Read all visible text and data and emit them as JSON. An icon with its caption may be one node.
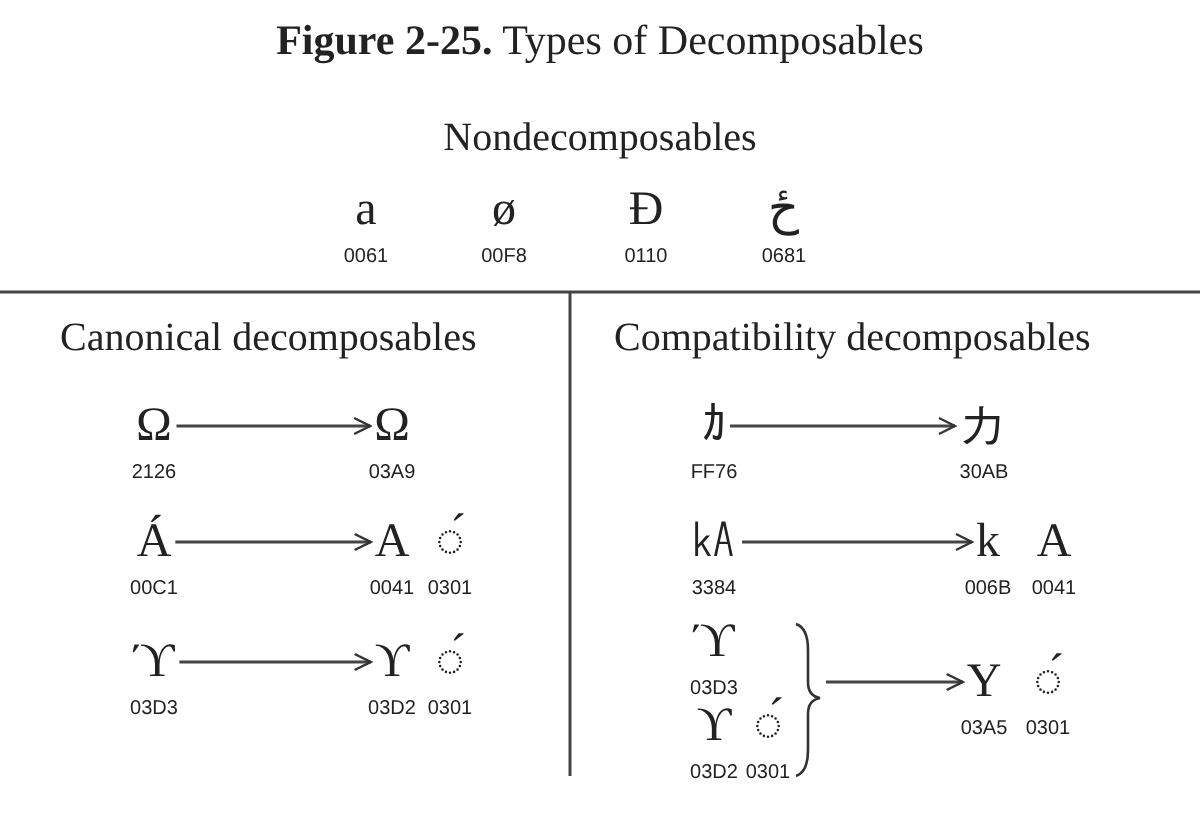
{
  "diagram": {
    "title": "**Figure 2-25.** Types of Decomposables",
    "nodes": [
      {
        "text": [
          "a",
          "0061"
        ]
      },
      {
        "text": [
          "ø",
          "00F8"
        ]
      },
      {
        "text": [
          "Đ",
          "0110"
        ]
      },
      {
        "text": [
          "ځ",
          "0681"
        ]
      },
      {
        "text": [
          "Ω",
          "2126"
        ]
      },
      {
        "text": [
          "Ω",
          "03A9"
        ]
      },
      {
        "text": [
          "Á",
          "00C1"
        ]
      },
      {
        "text": [
          "A",
          "0041"
        ]
      },
      {
        "text": [
          "◌́",
          "0301"
        ]
      },
      {
        "text": [
          "ϓ",
          "03D3"
        ]
      },
      {
        "text": [
          "ϒ",
          "03D2"
        ]
      },
      {
        "text": [
          "◌́",
          "0301"
        ]
      },
      {
        "text": [
          "ｶ",
          "FF76"
        ]
      },
      {
        "text": [
          "カ",
          "30AB"
        ]
      },
      {
        "text": [
          "㎄",
          "3384"
        ]
      },
      {
        "text": [
          "k",
          "006B"
        ]
      },
      {
        "text": [
          "A",
          "0041"
        ]
      },
      {
        "text": [
          "ϓ",
          "03D3"
        ]
      },
      {
        "text": [
          "ϒ",
          "03D2"
        ]
      },
      {
        "text": [
          "◌́",
          "0301"
        ]
      },
      {
        "text": [],
        "shape": "brace"
      },
      {
        "text": [
          "Υ",
          "03A5"
        ]
      },
      {
        "text": [
          "◌́",
          "0301"
        ]
      }
    ],
    "edges": [
      {
        "from": 4,
        "to": 5,
        "arrow": "to"
      },
      {
        "from": 6,
        "to": 7,
        "arrow": "to"
      },
      {
        "from": 9,
        "to": 10,
        "arrow": "to"
      },
      {
        "from": 12,
        "to": 13,
        "arrow": "to"
      },
      {
        "from": 14,
        "to": 15,
        "arrow": "to"
      },
      {
        "from": 20,
        "to": 21,
        "arrow": "to"
      }
    ],
    "labels": [
      "Nondecomposables",
      "Canonical decomposables",
      "Compatibility decomposables"
    ]
  }
}
